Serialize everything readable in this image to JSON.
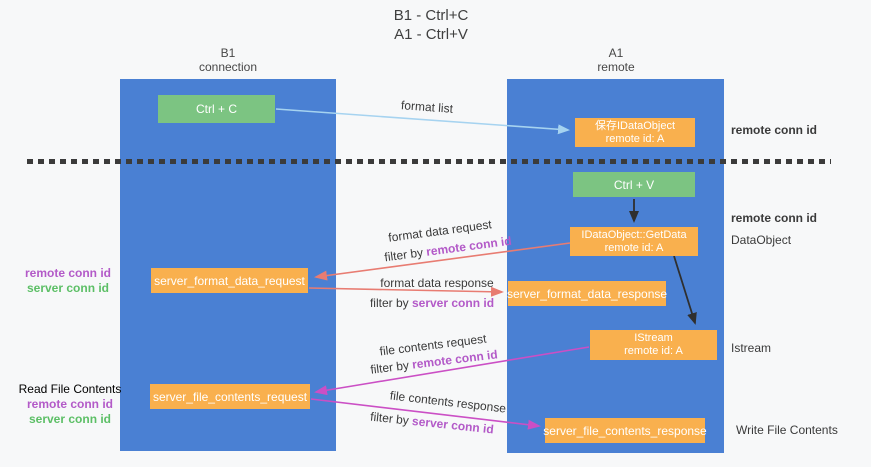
{
  "title": {
    "line1": "B1 - Ctrl+C",
    "line2": "A1 - Ctrl+V"
  },
  "columns": {
    "left": {
      "name": "B1",
      "role": "connection"
    },
    "right": {
      "name": "A1",
      "role": "remote"
    }
  },
  "nodes": {
    "ctrl_c": "Ctrl + C",
    "ctrl_v": "Ctrl + V",
    "save_dataobject": {
      "line1": "保存IDataObject",
      "line2": "remote id: A"
    },
    "getdata": {
      "line1": "IDataObject::GetData",
      "line2": "remote id: A"
    },
    "istream": {
      "line1": "IStream",
      "line2": "remote id: A"
    },
    "format_request": "server_format_data_request",
    "format_response": "server_format_data_response",
    "file_request": "server_file_contents_request",
    "file_response": "server_file_contents_response"
  },
  "edge_labels": {
    "format_list": "format list",
    "format_request": "format data request",
    "format_request_filter_prefix": "filter by ",
    "format_request_filter_key": "remote conn id",
    "format_response": "format data response",
    "format_response_filter_prefix": "filter by ",
    "format_response_filter_key": "server conn id",
    "file_request": "file contents request",
    "file_request_filter_prefix": "filter by ",
    "file_request_filter_key": "remote conn id",
    "file_response": "file contents response",
    "file_response_filter_prefix": "filter by ",
    "file_response_filter_key": "server conn id"
  },
  "side_labels": {
    "remote_conn_top": "remote conn id",
    "remote_conn_mid": "remote conn id",
    "dataobject": "DataObject",
    "istream": "Istream",
    "write_file": "Write File Contents",
    "left_mid": {
      "remote": "remote conn id",
      "server": "server conn id"
    },
    "left_bottom": {
      "read": "Read File Contents",
      "remote": "remote conn id",
      "server": "server conn id"
    }
  },
  "colors": {
    "lifeline_blue": "#4a80d3",
    "node_green": "#7cc482",
    "node_orange": "#f9b04e",
    "arrow_lightblue": "#a6d3f0",
    "arrow_red": "#e87c72",
    "arrow_magenta": "#cb4fc5",
    "arrow_black": "#2f2f2f",
    "text_purple": "#b35ac8",
    "text_green": "#5cbf66",
    "background": "#f7f8f9"
  }
}
